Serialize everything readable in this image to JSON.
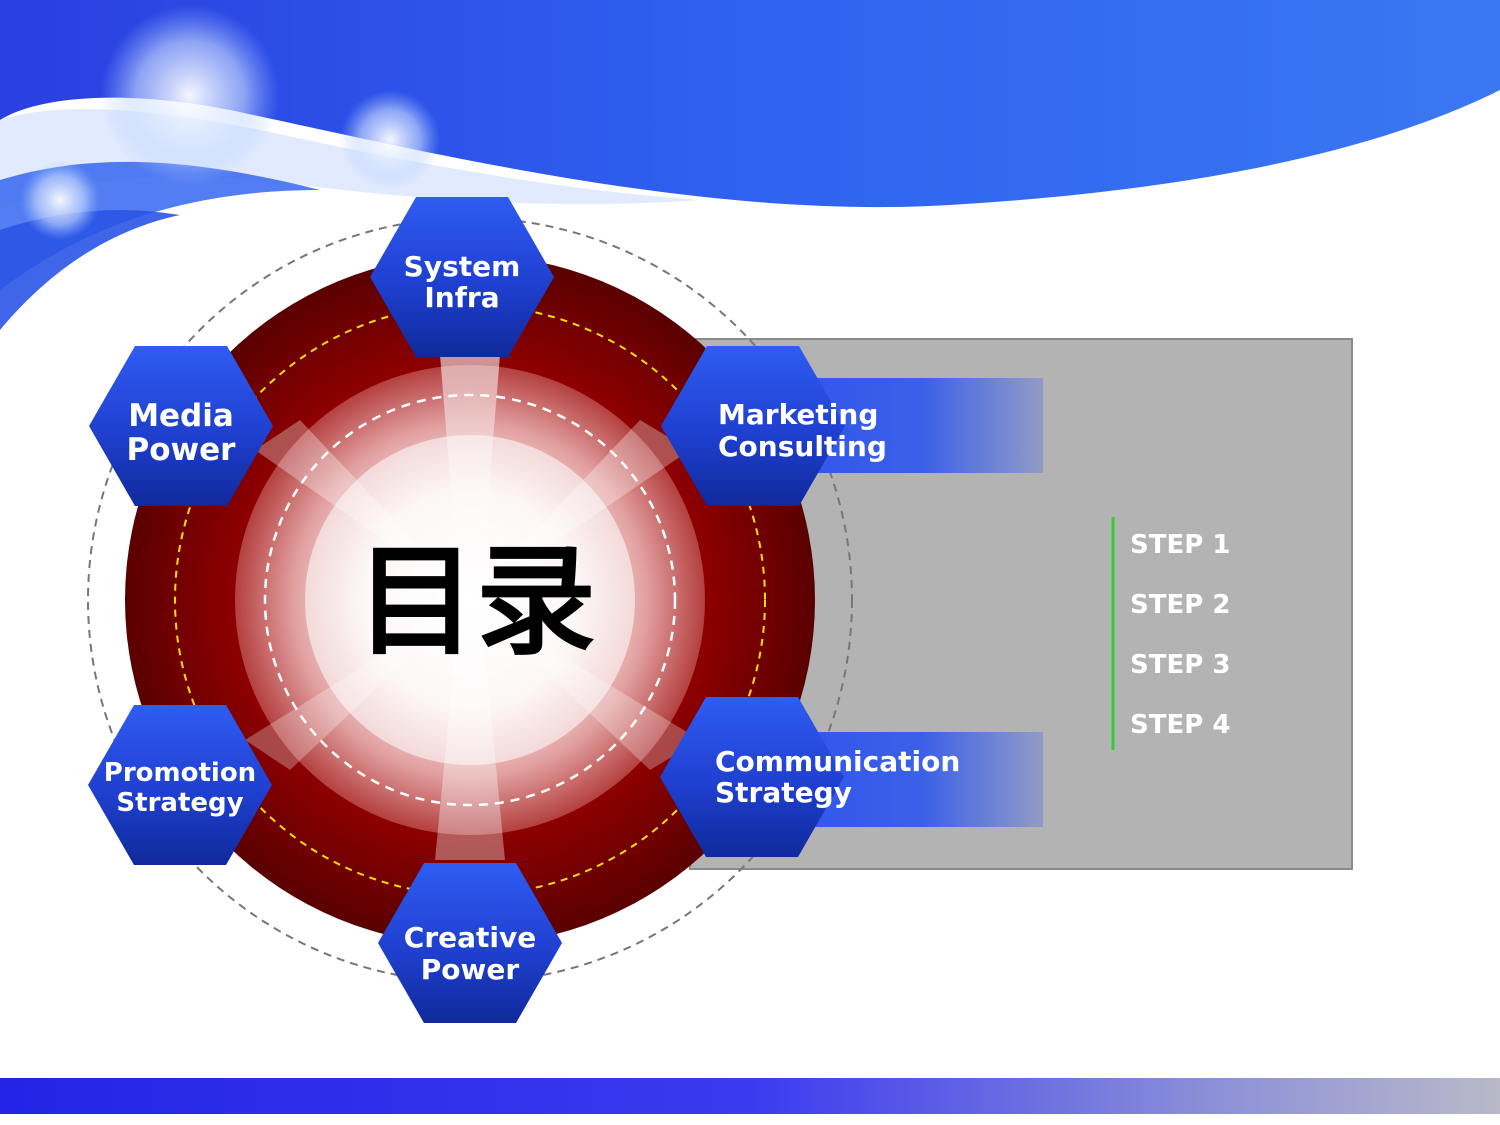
{
  "center": {
    "title": "目录"
  },
  "nodes": [
    {
      "id": "system-infra",
      "line1": "System",
      "line2": "Infra"
    },
    {
      "id": "media-power",
      "line1": "Media",
      "line2": "Power"
    },
    {
      "id": "marketing-consulting",
      "line1": "Marketing",
      "line2": "Consulting"
    },
    {
      "id": "promotion-strategy",
      "line1": "Promotion",
      "line2": "Strategy"
    },
    {
      "id": "communication-strategy",
      "line1": "Communication",
      "line2": "Strategy"
    },
    {
      "id": "creative-power",
      "line1": "Creative",
      "line2": "Power"
    }
  ],
  "steps": [
    "STEP 1",
    "STEP 2",
    "STEP 3",
    "STEP 4"
  ],
  "colors": {
    "hex_blue": "#1f4fe0",
    "ring_red": "#8b0000",
    "panel_gray": "#b3b3b3",
    "step_divider": "#33cc33",
    "bottom_bar": "#2a2ee8"
  }
}
